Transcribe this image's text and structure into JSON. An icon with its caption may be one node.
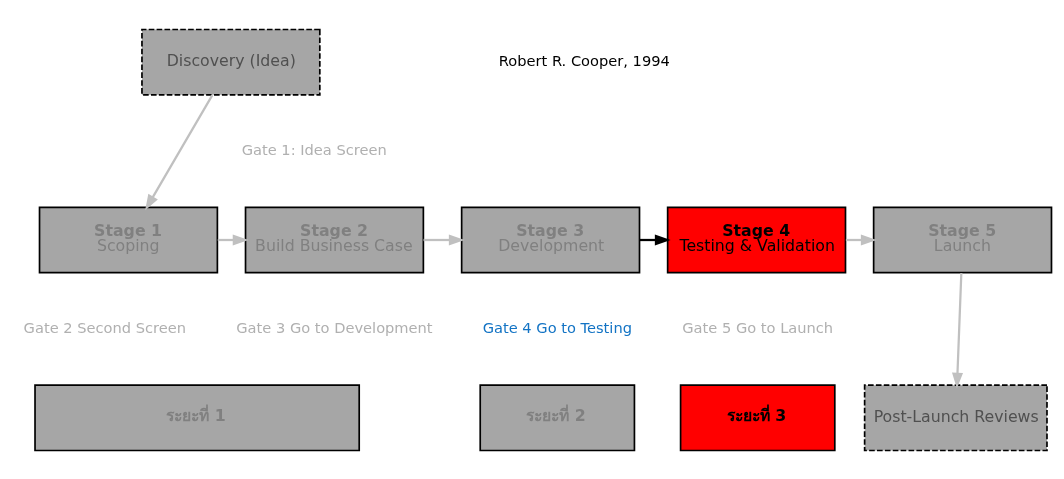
{
  "diagram": {
    "nodes": [
      {
        "text": [
          "Discovery (Idea)"
        ]
      },
      {
        "text": [
          "Stage 1",
          "Scoping"
        ]
      },
      {
        "text": [
          "Stage 2",
          "Build Business Case"
        ]
      },
      {
        "text": [
          "Stage 3",
          "Development"
        ]
      },
      {
        "text": [
          "Stage 4",
          "Testing & Validation"
        ]
      },
      {
        "text": [
          "Stage 5",
          "Launch"
        ]
      },
      {
        "text": [
          "Post-Launch Reviews"
        ]
      },
      {
        "text": [
          "ระยะที่ 1"
        ]
      },
      {
        "text": [
          "ระยะที่ 2"
        ]
      },
      {
        "text": [
          "ระยะที่ 3"
        ]
      }
    ],
    "edges": [
      {
        "from": 0,
        "to": 1,
        "arrow": "to"
      },
      {
        "from": 1,
        "to": 2,
        "arrow": "to"
      },
      {
        "from": 2,
        "to": 3,
        "arrow": "to"
      },
      {
        "from": 3,
        "to": 4,
        "arrow": "to",
        "color": "#000000"
      },
      {
        "from": 4,
        "to": 5,
        "arrow": "to"
      },
      {
        "from": 5,
        "to": 6,
        "arrow": "to"
      }
    ],
    "labels": [
      "Robert R. Cooper, 1994",
      "Gate 1: Idea Screen",
      "Gate 2 Second Screen",
      "Gate 3 Go to Development",
      "Gate 4 Go to Testing",
      "Gate 5 Go to Launch"
    ]
  }
}
